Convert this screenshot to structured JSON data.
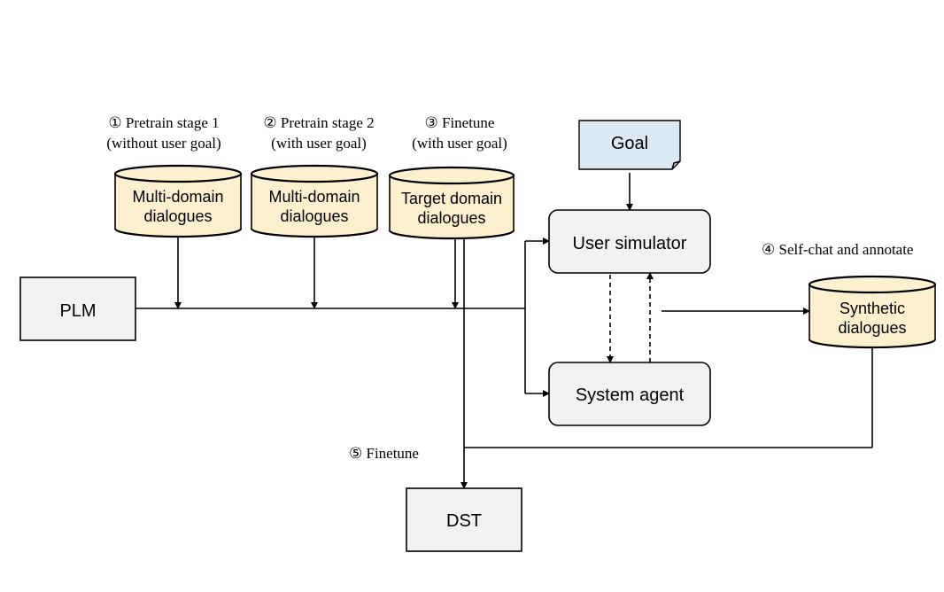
{
  "nodes": {
    "plm": "PLM",
    "dst": "DST",
    "goal": "Goal",
    "user_simulator": "User simulator",
    "system_agent": "System agent",
    "cyl1": [
      "Multi-domain",
      "dialogues"
    ],
    "cyl2": [
      "Multi-domain",
      "dialogues"
    ],
    "cyl3": [
      "Target domain",
      "dialogues"
    ],
    "cyl4": [
      "Synthetic",
      "dialogues"
    ]
  },
  "stages": {
    "s1": [
      "① Pretrain stage 1",
      "(without user goal)"
    ],
    "s2": [
      "② Pretrain stage 2",
      "(with user goal)"
    ],
    "s3": [
      "③ Finetune",
      "(with user goal)"
    ],
    "s4": "④ Self-chat and annotate",
    "s5": "⑤ Finetune"
  },
  "colors": {
    "cylinder_fill": "#fdf0cf",
    "box_fill": "#f2f2f2",
    "goal_fill": "#dce8f4"
  }
}
